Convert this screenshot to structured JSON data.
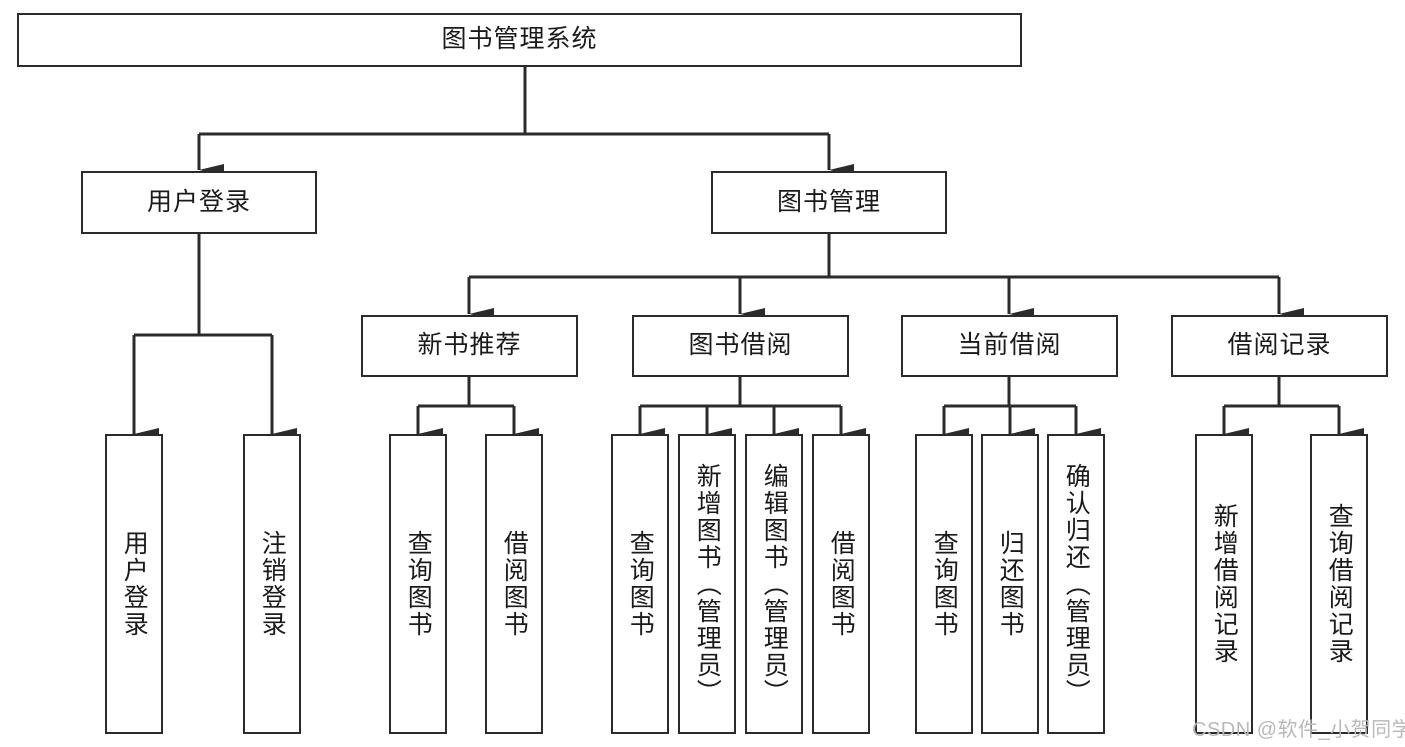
{
  "diagram": {
    "type": "tree",
    "title": "图书管理系统",
    "orientation": "top-down",
    "colors": {
      "box_border": "#2b2b2b",
      "box_fill": "#ffffff",
      "connector": "#2b2b2b",
      "text": "#1a1a1a",
      "watermark": "#b9b9b9"
    },
    "root": {
      "label": "图书管理系统",
      "children": [
        {
          "label": "用户登录",
          "children": [
            {
              "label": "用户登录"
            },
            {
              "label": "注销登录"
            }
          ]
        },
        {
          "label": "图书管理",
          "children": [
            {
              "label": "新书推荐",
              "children": [
                {
                  "label": "查询图书"
                },
                {
                  "label": "借阅图书"
                }
              ]
            },
            {
              "label": "图书借阅",
              "children": [
                {
                  "label": "查询图书"
                },
                {
                  "label": "新增图书（管理员）"
                },
                {
                  "label": "编辑图书（管理员）"
                },
                {
                  "label": "借阅图书"
                }
              ]
            },
            {
              "label": "当前借阅",
              "children": [
                {
                  "label": "查询图书"
                },
                {
                  "label": "归还图书"
                },
                {
                  "label": "确认归还（管理员）"
                }
              ]
            },
            {
              "label": "借阅记录",
              "children": [
                {
                  "label": "新增借阅记录"
                },
                {
                  "label": "查询借阅记录"
                }
              ]
            }
          ]
        }
      ]
    }
  },
  "nodes": {
    "root": "图书管理系统",
    "l1": {
      "user_login": "用户登录",
      "book_manage": "图书管理"
    },
    "l2": {
      "new_book_rec": "新书推荐",
      "book_borrow": "图书借阅",
      "current_borrow": "当前借阅",
      "borrow_record": "借阅记录"
    },
    "leaves": {
      "user_login_1": "用户登录",
      "user_login_2": "注销登录",
      "rec_1": "查询图书",
      "rec_2": "借阅图书",
      "borrow_1": "查询图书",
      "borrow_2": "新增图书（管理员）",
      "borrow_3": "编辑图书（管理员）",
      "borrow_4": "借阅图书",
      "current_1": "查询图书",
      "current_2": "归还图书",
      "current_3": "确认归还（管理员）",
      "record_1": "新增借阅记录",
      "record_2": "查询借阅记录"
    }
  },
  "watermark": {
    "text": "CSDN @软件_小贺同学"
  }
}
